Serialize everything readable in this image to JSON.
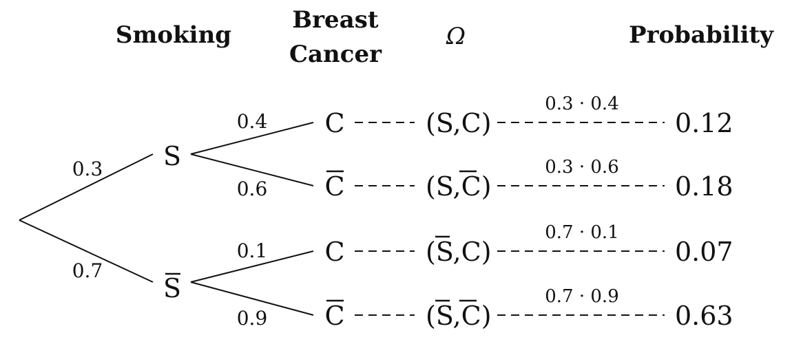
{
  "headers": {
    "smoking": "Smoking",
    "cancer_line1": "Breast",
    "cancer_line2": "Cancer",
    "omega": "Ω",
    "probability": "Probability"
  },
  "first_level": [
    {
      "label": "S",
      "bar": false,
      "prob": "0.3"
    },
    {
      "label": "S",
      "bar": true,
      "prob": "0.7"
    }
  ],
  "outcomes": [
    {
      "cancer": "C",
      "cancer_bar": false,
      "branch_prob": "0.4",
      "omega_s": "S",
      "omega_s_bar": false,
      "omega_c": "C",
      "omega_c_bar": false,
      "calc": "0.3 · 0.4",
      "result": "0.12"
    },
    {
      "cancer": "C",
      "cancer_bar": true,
      "branch_prob": "0.6",
      "omega_s": "S",
      "omega_s_bar": false,
      "omega_c": "C",
      "omega_c_bar": true,
      "calc": "0.3 · 0.6",
      "result": "0.18"
    },
    {
      "cancer": "C",
      "cancer_bar": false,
      "branch_prob": "0.1",
      "omega_s": "S",
      "omega_s_bar": true,
      "omega_c": "C",
      "omega_c_bar": false,
      "calc": "0.7 · 0.1",
      "result": "0.07"
    },
    {
      "cancer": "C",
      "cancer_bar": true,
      "branch_prob": "0.9",
      "omega_s": "S",
      "omega_s_bar": true,
      "omega_c": "C",
      "omega_c_bar": true,
      "calc": "0.7 · 0.9",
      "result": "0.63"
    }
  ]
}
